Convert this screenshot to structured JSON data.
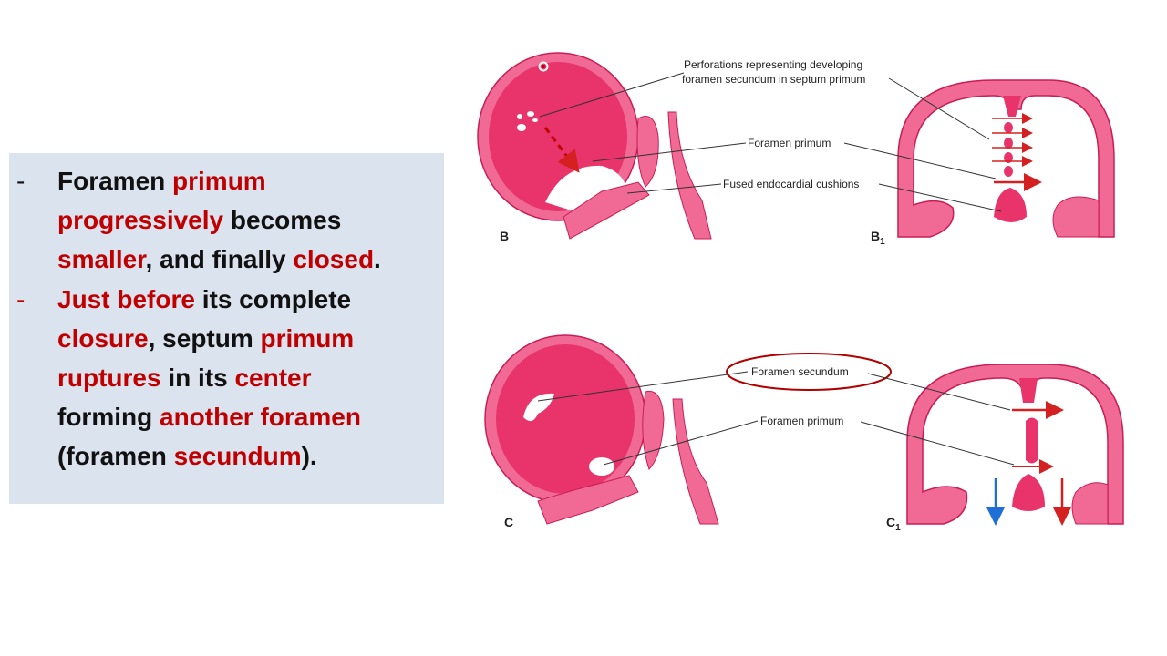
{
  "bullets": [
    {
      "dash": "-",
      "lines": [
        [
          {
            "t": "Foramen ",
            "h": false
          },
          {
            "t": "primum",
            "h": true
          }
        ],
        [
          {
            "t": "progressively",
            "h": true
          },
          {
            "t": " becomes",
            "h": false
          }
        ],
        [
          {
            "t": "smaller",
            "h": true
          },
          {
            "t": ", and finally ",
            "h": false
          },
          {
            "t": "closed",
            "h": true
          },
          {
            "t": ".",
            "h": false
          }
        ]
      ]
    },
    {
      "dash": "-",
      "lines": [
        [
          {
            "t": "Just before",
            "h": true
          },
          {
            "t": " its complete",
            "h": false
          }
        ],
        [
          {
            "t": "closure",
            "h": true
          },
          {
            "t": ", septum ",
            "h": false
          },
          {
            "t": "primum",
            "h": true
          }
        ],
        [
          {
            "t": "ruptures",
            "h": true
          },
          {
            "t": " in its ",
            "h": false
          },
          {
            "t": "center",
            "h": true
          }
        ],
        [
          {
            "t": "forming ",
            "h": false
          },
          {
            "t": "another foramen",
            "h": true
          }
        ],
        [
          {
            "t": "(foramen ",
            "h": false
          },
          {
            "t": "secundum",
            "h": true
          },
          {
            "t": ").",
            "h": false
          }
        ]
      ]
    }
  ],
  "diagram": {
    "label_perforations_1": "Perforations representing developing",
    "label_perforations_2": "foramen secundum in septum primum",
    "label_foramen_primum_top": "Foramen primum",
    "label_fused_cushions": "Fused endocardial cushions",
    "label_foramen_secundum": "Foramen secundum",
    "label_foramen_primum_bottom": "Foramen primum",
    "panel_b": "B",
    "panel_b1": "B",
    "panel_b1_sub": "1",
    "panel_c": "C",
    "panel_c1": "C",
    "panel_c1_sub": "1"
  },
  "colors": {
    "highlight": "#c00000",
    "box": "#dbe3ef",
    "tissue": "#e8336b",
    "tissue_light": "#f06a95",
    "arrow_red": "#d42020",
    "arrow_blue": "#1f6fd6"
  }
}
